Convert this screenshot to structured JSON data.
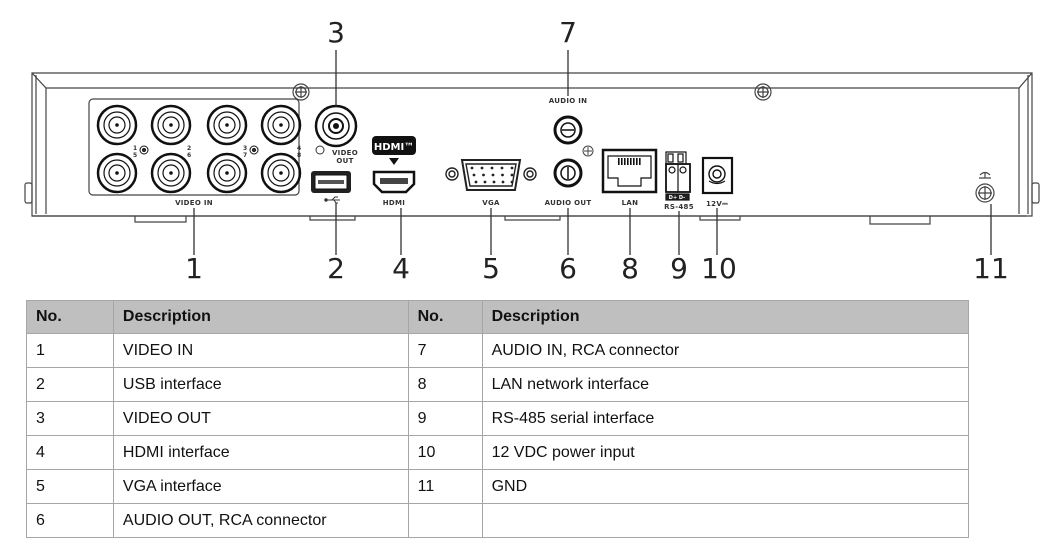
{
  "diagram": {
    "title": "DVR rear panel",
    "port_labels": {
      "video_in": "VIDEO IN",
      "video_out_line1": "VIDEO",
      "video_out_line2": "OUT",
      "hdmi_badge": "HDMI™",
      "hdmi": "HDMI",
      "vga": "VGA",
      "audio_in": "AUDIO IN",
      "audio_out": "AUDIO OUT",
      "lan": "LAN",
      "rs485_pins": "D+ D-",
      "rs485": "RS-485",
      "power": "12V⎓"
    },
    "channel_numbers": [
      [
        "1",
        "5"
      ],
      [
        "2",
        "6"
      ],
      [
        "3",
        "7"
      ],
      [
        "4",
        "8"
      ]
    ],
    "callouts": [
      "1",
      "2",
      "3",
      "4",
      "5",
      "6",
      "7",
      "8",
      "9",
      "10",
      "11"
    ]
  },
  "table": {
    "headers": [
      "No.",
      "Description",
      "No.",
      "Description"
    ],
    "rows": [
      [
        "1",
        "VIDEO IN",
        "7",
        "AUDIO IN, RCA connector"
      ],
      [
        "2",
        "USB interface",
        "8",
        "LAN network interface"
      ],
      [
        "3",
        "VIDEO OUT",
        "9",
        "RS-485 serial interface"
      ],
      [
        "4",
        "HDMI interface",
        "10",
        "12 VDC power input"
      ],
      [
        "5",
        "VGA interface",
        "11",
        "GND"
      ],
      [
        "6",
        "AUDIO OUT, RCA connector",
        "",
        ""
      ]
    ]
  }
}
